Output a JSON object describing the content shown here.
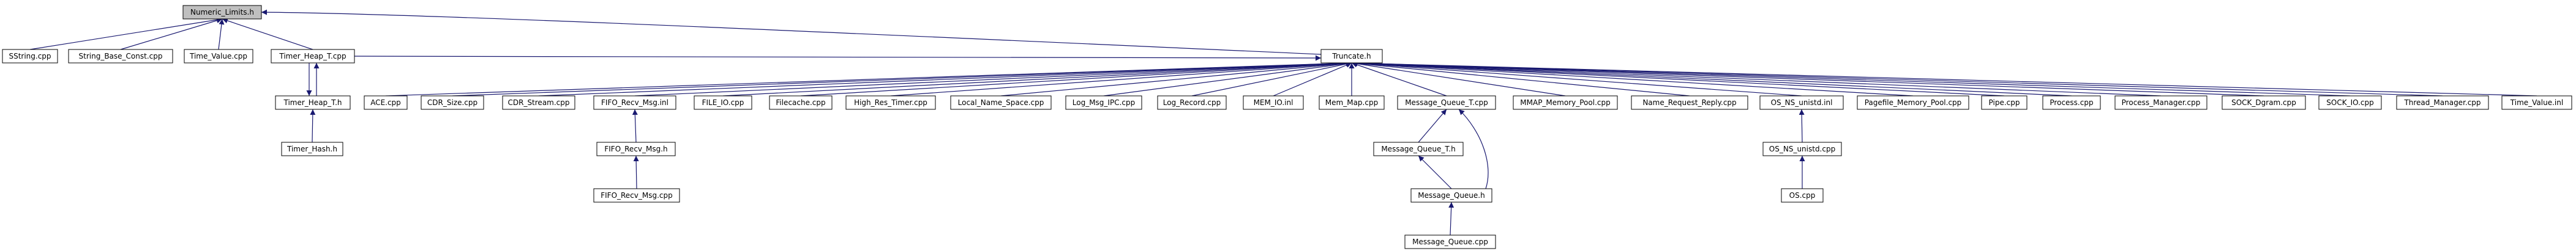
{
  "nodes": {
    "numeric_limits": "Numeric_Limits.h",
    "sstring": "SString.cpp",
    "string_base_const": "String_Base_Const.cpp",
    "time_value": "Time_Value.cpp",
    "timer_heap_t_cpp": "Timer_Heap_T.cpp",
    "truncate": "Truncate.h",
    "timer_heap_t_h": "Timer_Heap_T.h",
    "timer_hash": "Timer_Hash.h",
    "ace": "ACE.cpp",
    "cdr_size": "CDR_Size.cpp",
    "cdr_stream": "CDR_Stream.cpp",
    "fifo_recv_msg_inl": "FIFO_Recv_Msg.inl",
    "file_io": "FILE_IO.cpp",
    "filecache": "Filecache.cpp",
    "high_res_timer": "High_Res_Timer.cpp",
    "local_name_space": "Local_Name_Space.cpp",
    "log_msg_ipc": "Log_Msg_IPC.cpp",
    "log_record": "Log_Record.cpp",
    "mem_io": "MEM_IO.inl",
    "mem_map": "Mem_Map.cpp",
    "message_queue_t_cpp": "Message_Queue_T.cpp",
    "mmap_memory_pool": "MMAP_Memory_Pool.cpp",
    "name_request_reply": "Name_Request_Reply.cpp",
    "os_ns_unistd_inl": "OS_NS_unistd.inl",
    "pagefile_memory_pool": "Pagefile_Memory_Pool.cpp",
    "pipe": "Pipe.cpp",
    "process": "Process.cpp",
    "process_manager": "Process_Manager.cpp",
    "sock_dgram": "SOCK_Dgram.cpp",
    "sock_io": "SOCK_IO.cpp",
    "thread_manager": "Thread_Manager.cpp",
    "time_value_inl": "Time_Value.inl",
    "fifo_recv_msg_h": "FIFO_Recv_Msg.h",
    "fifo_recv_msg_cpp": "FIFO_Recv_Msg.cpp",
    "message_queue_t_h": "Message_Queue_T.h",
    "message_queue_h": "Message_Queue.h",
    "message_queue_cpp": "Message_Queue.cpp",
    "os_ns_unistd_cpp": "OS_NS_unistd.cpp",
    "os_cpp": "OS.cpp"
  },
  "edges": [
    [
      "sstring",
      "numeric_limits"
    ],
    [
      "string_base_const",
      "numeric_limits"
    ],
    [
      "time_value",
      "numeric_limits"
    ],
    [
      "timer_heap_t_cpp",
      "numeric_limits"
    ],
    [
      "truncate",
      "numeric_limits"
    ],
    [
      "timer_heap_t_cpp",
      "timer_heap_t_h"
    ],
    [
      "timer_heap_t_h",
      "timer_heap_t_cpp"
    ],
    [
      "timer_hash",
      "timer_heap_t_h"
    ],
    [
      "timer_heap_t_cpp",
      "truncate"
    ],
    [
      "ace",
      "truncate"
    ],
    [
      "cdr_size",
      "truncate"
    ],
    [
      "cdr_stream",
      "truncate"
    ],
    [
      "fifo_recv_msg_inl",
      "truncate"
    ],
    [
      "file_io",
      "truncate"
    ],
    [
      "filecache",
      "truncate"
    ],
    [
      "high_res_timer",
      "truncate"
    ],
    [
      "local_name_space",
      "truncate"
    ],
    [
      "log_msg_ipc",
      "truncate"
    ],
    [
      "log_record",
      "truncate"
    ],
    [
      "mem_io",
      "truncate"
    ],
    [
      "mem_map",
      "truncate"
    ],
    [
      "message_queue_t_cpp",
      "truncate"
    ],
    [
      "mmap_memory_pool",
      "truncate"
    ],
    [
      "name_request_reply",
      "truncate"
    ],
    [
      "os_ns_unistd_inl",
      "truncate"
    ],
    [
      "pagefile_memory_pool",
      "truncate"
    ],
    [
      "pipe",
      "truncate"
    ],
    [
      "process",
      "truncate"
    ],
    [
      "process_manager",
      "truncate"
    ],
    [
      "sock_dgram",
      "truncate"
    ],
    [
      "sock_io",
      "truncate"
    ],
    [
      "thread_manager",
      "truncate"
    ],
    [
      "time_value_inl",
      "truncate"
    ],
    [
      "fifo_recv_msg_h",
      "fifo_recv_msg_inl"
    ],
    [
      "fifo_recv_msg_cpp",
      "fifo_recv_msg_h"
    ],
    [
      "message_queue_t_h",
      "message_queue_t_cpp"
    ],
    [
      "message_queue_h",
      "message_queue_t_cpp"
    ],
    [
      "message_queue_h",
      "message_queue_t_h"
    ],
    [
      "message_queue_cpp",
      "message_queue_h"
    ],
    [
      "os_ns_unistd_cpp",
      "os_ns_unistd_inl"
    ],
    [
      "os_cpp",
      "os_ns_unistd_cpp"
    ]
  ]
}
